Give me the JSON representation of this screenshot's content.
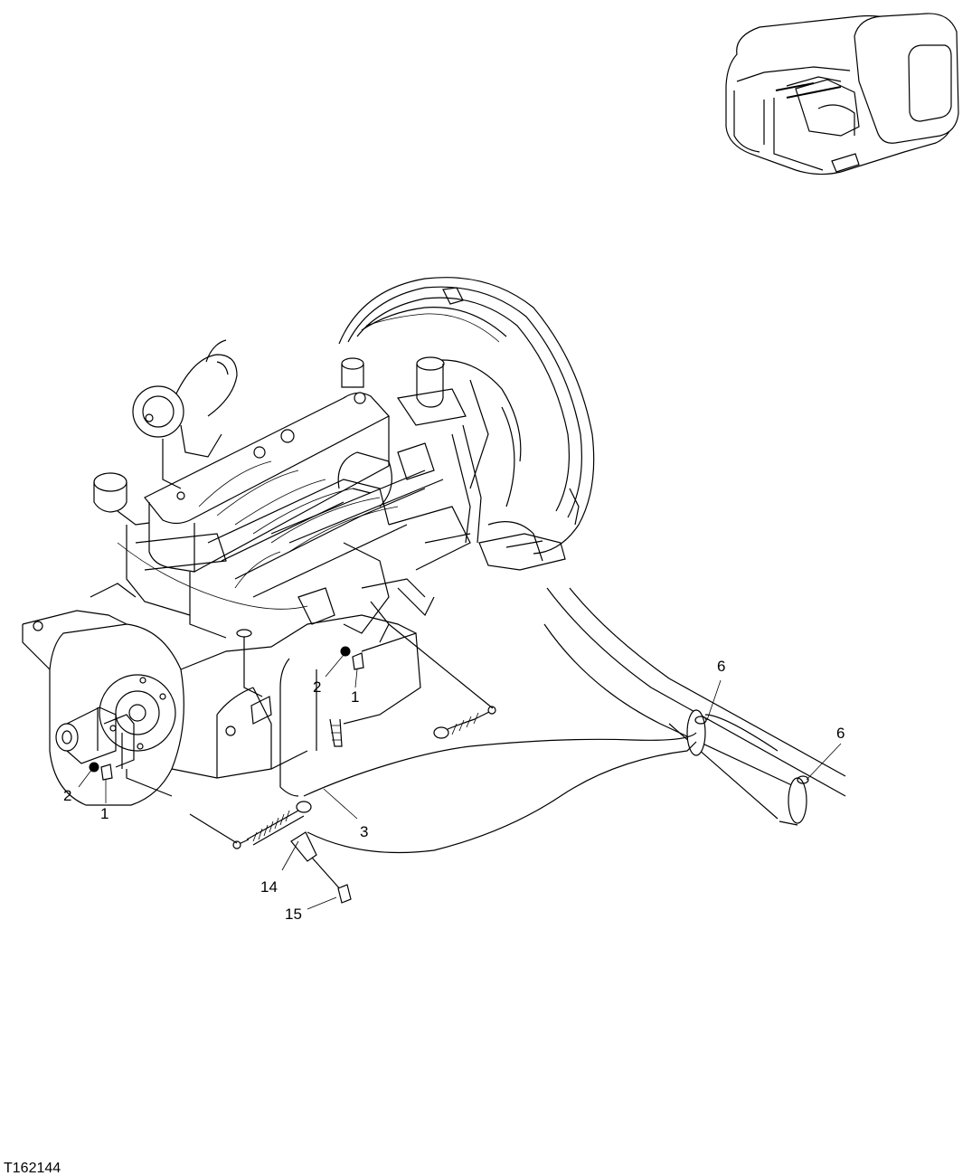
{
  "figure": {
    "id": "T162144"
  },
  "callouts": [
    {
      "key": "c1a",
      "text": "2"
    },
    {
      "key": "c1b",
      "text": "1"
    },
    {
      "key": "c2a",
      "text": "2"
    },
    {
      "key": "c2b",
      "text": "1"
    },
    {
      "key": "c3",
      "text": "3"
    },
    {
      "key": "c6a",
      "text": "6"
    },
    {
      "key": "c6b",
      "text": "6"
    },
    {
      "key": "c14",
      "text": "14"
    },
    {
      "key": "c15",
      "text": "15"
    }
  ],
  "icons": {
    "machine_locator": "excavator-upperstructure-locator-icon",
    "engine": "engine-assembly-drawing",
    "cable": "throttle-cable-drawing",
    "harness": "harness-clamp-drawing"
  }
}
